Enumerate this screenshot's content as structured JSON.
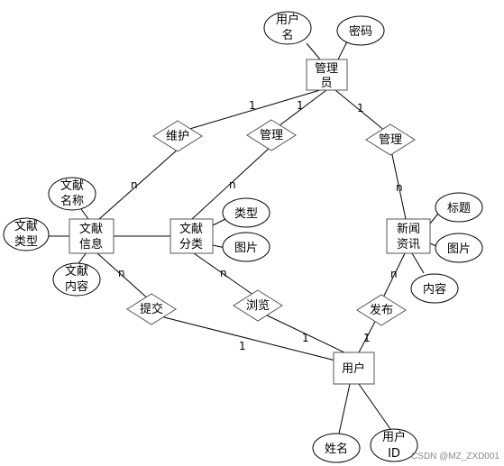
{
  "entities": {
    "admin": [
      "管理",
      "员"
    ],
    "doc": [
      "文献",
      "信息"
    ],
    "category": [
      "文献",
      "分类"
    ],
    "news": [
      "新闻",
      "资讯"
    ],
    "user": [
      "用户"
    ]
  },
  "attributes": {
    "admin_username": [
      "用户",
      "名"
    ],
    "admin_password": [
      "密码"
    ],
    "doc_name": [
      "文献",
      "名称"
    ],
    "doc_type": [
      "文献",
      "类型"
    ],
    "doc_content": [
      "文献",
      "内容"
    ],
    "cat_type": [
      "类型"
    ],
    "cat_image": [
      "图片"
    ],
    "news_title": [
      "标题"
    ],
    "news_image": [
      "图片"
    ],
    "news_content": [
      "内容"
    ],
    "user_name": [
      "姓名"
    ],
    "user_id": [
      "用户",
      "ID"
    ]
  },
  "relationships": {
    "maintain": "维护",
    "manage_cat": "管理",
    "manage_news": "管理",
    "submit": "提交",
    "browse": "浏览",
    "publish": "发布"
  },
  "cardinalities": {
    "admin_maintain": "1",
    "maintain_doc": "n",
    "admin_managecat": "1",
    "managecat_cat": "n",
    "admin_managenews": "1",
    "managenews_news": "n",
    "doc_submit": "n",
    "submit_user": "1",
    "cat_browse": "n",
    "browse_user": "1",
    "news_publish": "n",
    "publish_user": "1"
  },
  "watermark": "CSDN @MZ_ZXD001"
}
